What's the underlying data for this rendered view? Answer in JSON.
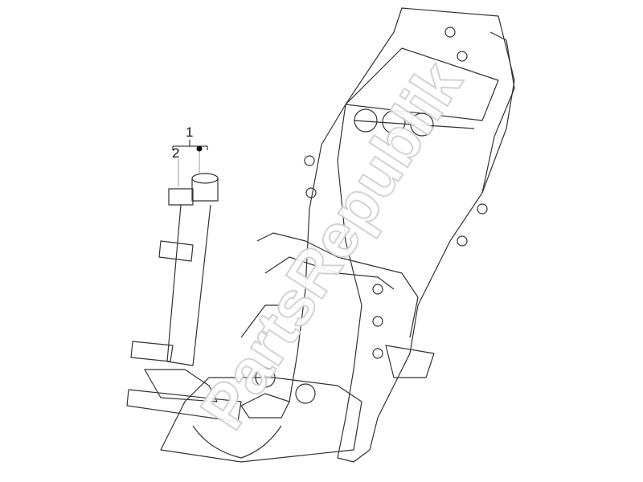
{
  "diagram": {
    "callouts": [
      {
        "number": "1"
      },
      {
        "number": "2"
      }
    ],
    "watermark": "PartsRepublik",
    "line_color": "#333333",
    "watermark_color": "#cfcfcf"
  }
}
